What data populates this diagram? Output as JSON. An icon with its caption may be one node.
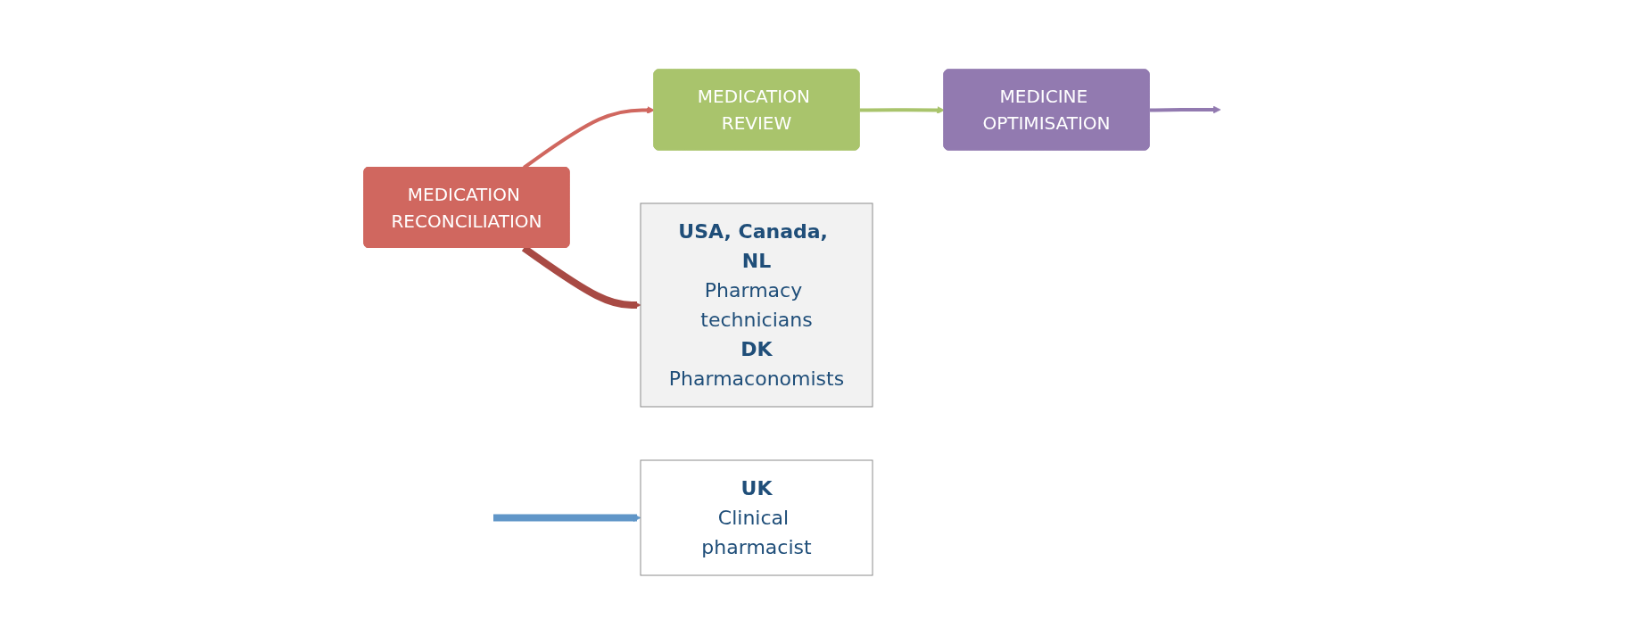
{
  "diagram": {
    "nodes": [
      {
        "text": [
          "MEDICATION RECONCILIATION"
        ]
      },
      {
        "text": [
          "MEDICATION REVIEW"
        ]
      },
      {
        "text": [
          "MEDICINE OPTIMISATION"
        ]
      },
      {
        "text": [
          "USA, Canada, NL",
          "Pharmacy technicians",
          "DK",
          "Pharmaconomists"
        ]
      },
      {
        "text": [
          "UK",
          "Clinical pharmacist"
        ]
      }
    ],
    "edges": [
      {
        "from": 0,
        "to": 1,
        "arrow": "to",
        "color": "#d0675f"
      },
      {
        "from": 1,
        "to": 2,
        "arrow": "to",
        "color": "#a9c46c"
      },
      {
        "from": 2,
        "to": null,
        "arrow": "to",
        "color": "#927ab0"
      },
      {
        "from": 0,
        "to": 3,
        "arrow": "to",
        "style": "thick",
        "color": "#a84a44"
      },
      {
        "from": null,
        "to": 4,
        "arrow": "to",
        "style": "thick",
        "color": "#6096c8"
      }
    ]
  }
}
